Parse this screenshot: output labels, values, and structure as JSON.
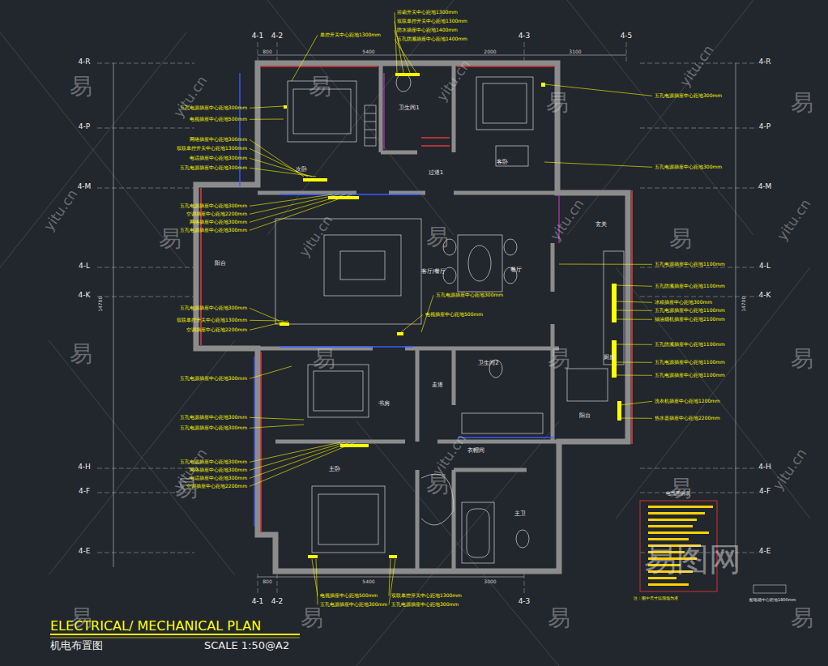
{
  "diagram": {
    "title": "ELECTRICAL/ MECHANICAL PLAN",
    "labels": [
      "机电布置图",
      "SCALE 1:50@A2",
      "4-1",
      "4-2",
      "4-3",
      "4-5",
      "4-1",
      "4-2",
      "4-3",
      "4-R",
      "4-P",
      "4-M",
      "4-L",
      "4-K",
      "4-H",
      "4-F",
      "4-E",
      "4-R",
      "4-P",
      "4-M",
      "4-L",
      "4-K",
      "4-H",
      "4-F",
      "4-E",
      "800",
      "5400",
      "2000",
      "3100",
      "800",
      "5400",
      "3000",
      "14700",
      "14700",
      "卫生间1",
      "客卧",
      "过道1",
      "次卧",
      "阳台",
      "客厅/餐厅",
      "餐厅",
      "玄关",
      "厨房",
      "卫生间2",
      "书房",
      "走道",
      "阳台",
      "衣帽间",
      "主卧",
      "主卫",
      "五孔电源插座中心距地300mm",
      "电视插座中心距地500mm",
      "网络插座中心距地300mm",
      "双联单控开关中心距地1300mm",
      "电话插座中心距地300mm",
      "五孔电源插座中心距地300mm",
      "五孔电源插座中心距地300mm",
      "空调插座中心距地2200mm",
      "网络插座中心距地300mm",
      "五孔电源插座中心距地300mm",
      "五孔电源插座中心距地300mm",
      "双联单控开关中心距地1300mm",
      "空调插座中心距地2200mm",
      "五孔电源插座中心距地300mm",
      "五孔电源插座中心距地300mm",
      "五孔电源插座中心距地300mm",
      "五孔电源插座中心距地300mm",
      "网络插座中心距地300mm",
      "电话插座中心距地300mm",
      "空调插座中心距地2200mm",
      "五孔电源插座中心距地300mm",
      "五孔电源插座中心距地300mm",
      "五孔电源插座中心距地1100mm",
      "五孔防溅插座中心距地1100mm",
      "冰箱插座中心距地300mm",
      "五孔电源插座中心距地1100mm",
      "抽油烟机插座中心距地2100mm",
      "五孔防溅插座中心距地1100mm",
      "五孔电源插座中心距地1100mm",
      "五孔电源插座中心距地1100mm",
      "洗衣机插座中心距地1200mm",
      "热水器插座中心距地2200mm",
      "浴霸开关中心距地1300mm",
      "双联单控开关中心距地1300mm",
      "防水插座中心距地1400mm",
      "五孔防溅插座中心距地1400mm",
      "单控开关中心距地1300mm",
      "电视插座中心距地500mm",
      "五孔电源插座中心距地300mm",
      "双联单控开关中心距地1300mm",
      "五孔电源插座中心距地300mm",
      "五孔电源插座中心距地300mm",
      "电视插座中心距地500mm",
      "电气图例表",
      "注：图中尺寸以现场为准",
      "配电箱中心距地1800mm",
      "易",
      "易",
      "易",
      "易",
      "易",
      "易",
      "易",
      "易",
      "易",
      "易",
      "易",
      "易",
      "易",
      "易",
      "易",
      "易",
      "易",
      "易",
      "yitu.cn",
      "yitu.cn",
      "yitu.cn",
      "yitu.cn",
      "yitu.cn",
      "yitu.cn",
      "yitu.cn",
      "yitu.cn",
      "yitu.cn",
      "yitu.cn",
      "易图网"
    ]
  }
}
